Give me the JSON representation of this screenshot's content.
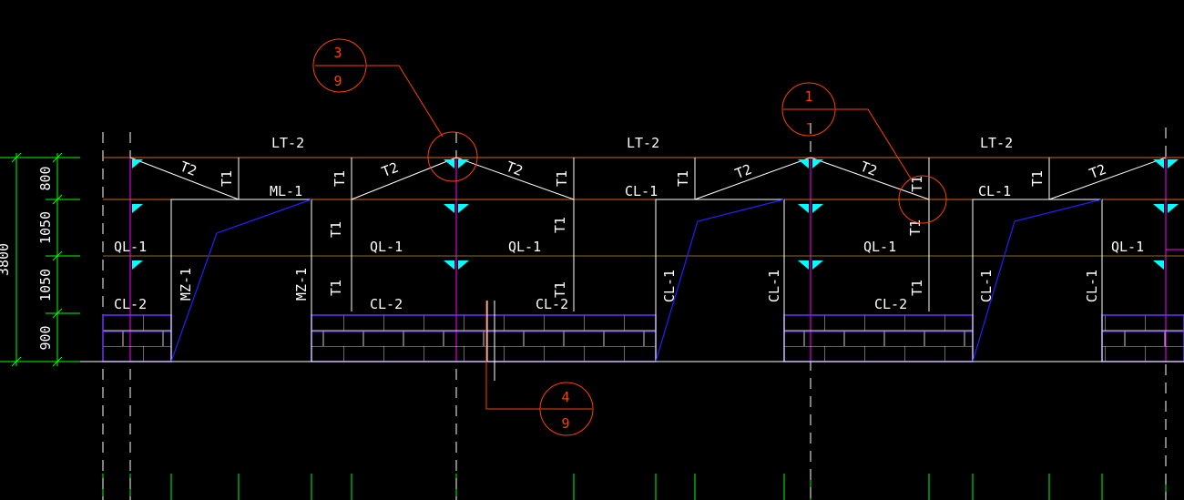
{
  "colors": {
    "background": "#000000",
    "white": "#ffffff",
    "green": "#00ff00",
    "magenta": "#ff00ff",
    "orange": "#d2691e",
    "redOrange": "#ff4000",
    "blue": "#2020ff",
    "cyan": "#00ffff",
    "purple": "#7030ff",
    "brown": "#8b6b2a"
  },
  "dimension_chain": {
    "total": "3800",
    "segments": [
      "800",
      "1050",
      "1050",
      "900"
    ]
  },
  "labels": {
    "lt2_a": "LT-2",
    "lt2_b": "LT-2",
    "lt2_c": "LT-2",
    "ml1": "ML-1",
    "cl1_a": "CL-1",
    "cl1_b": "CL-1",
    "ql1_a": "QL-1",
    "ql1_b": "QL-1",
    "ql1_c": "QL-1",
    "ql1_d": "QL-1",
    "ql1_e": "QL-1",
    "cl2_a": "CL-2",
    "cl2_b": "CL-2",
    "cl2_c": "CL-2",
    "cl2_d": "CL-2",
    "t1": "T1",
    "t2": "T2",
    "mz1": "MZ-1",
    "cl1": "CL-1"
  },
  "callouts": [
    {
      "top": "3",
      "bottom": "9"
    },
    {
      "top": "1",
      "bottom": "-"
    },
    {
      "top": "4",
      "bottom": "9"
    }
  ]
}
